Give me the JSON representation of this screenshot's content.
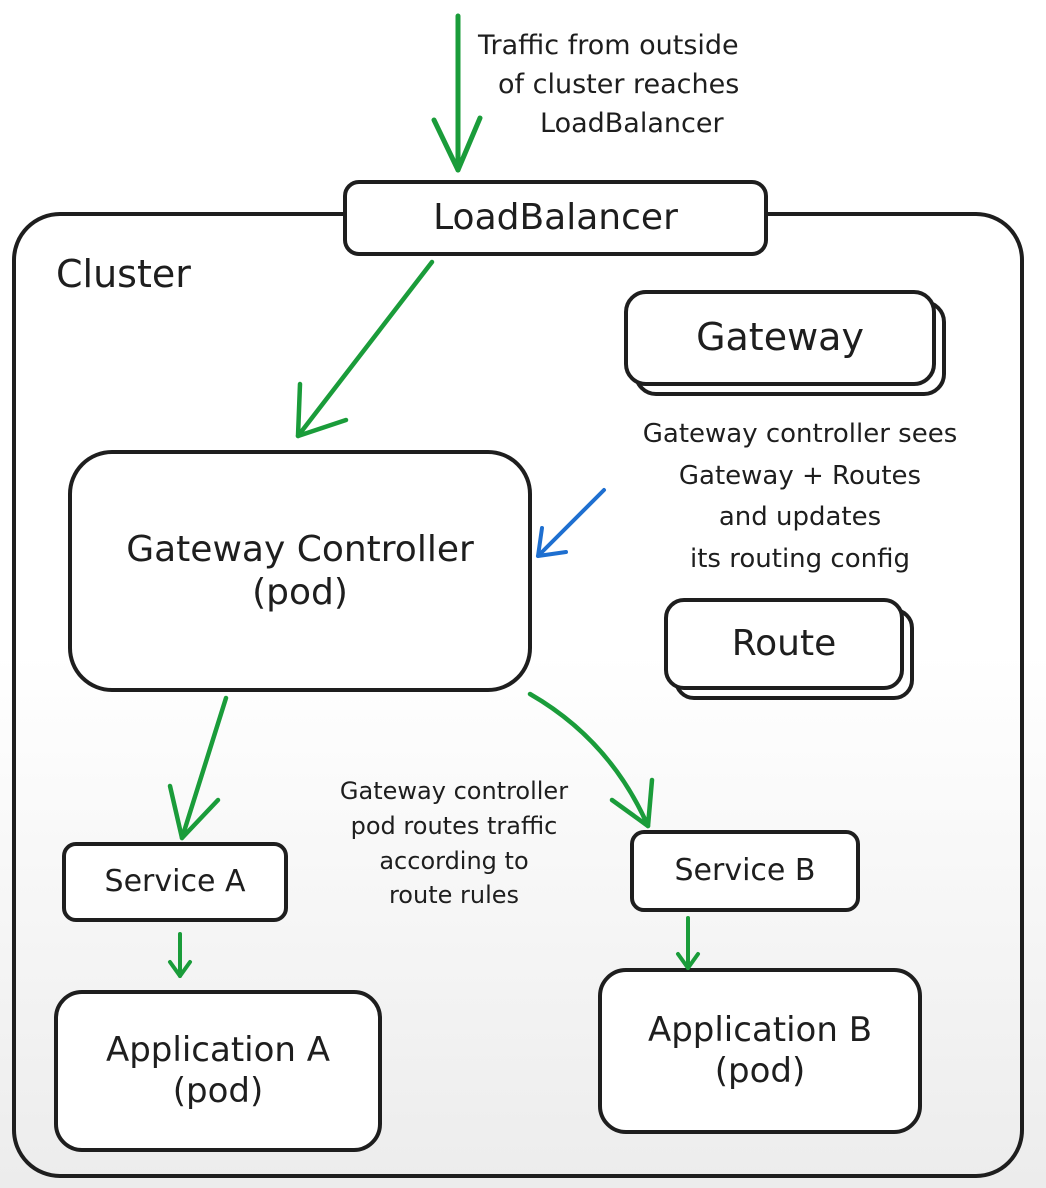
{
  "diagram": {
    "outside_note": [
      "Traffic from outside",
      "of cluster reaches",
      "LoadBalancer"
    ],
    "load_balancer": "LoadBalancer",
    "cluster_label": "Cluster",
    "gateway": "Gateway",
    "controller_note": [
      "Gateway controller sees",
      "Gateway + Routes",
      "and updates",
      "its routing config"
    ],
    "gateway_controller": {
      "title": "Gateway Controller",
      "subtitle": "(pod)"
    },
    "route": "Route",
    "routing_note": [
      "Gateway controller",
      "pod routes traffic",
      "according to",
      "route rules"
    ],
    "service_a": "Service A",
    "service_b": "Service B",
    "application_a": {
      "title": "Application A",
      "subtitle": "(pod)"
    },
    "application_b": {
      "title": "Application B",
      "subtitle": "(pod)"
    }
  },
  "colors": {
    "traffic_arrow": "#1a9c3a",
    "config_arrow": "#1e6fd0",
    "stroke": "#1e1e1e"
  }
}
